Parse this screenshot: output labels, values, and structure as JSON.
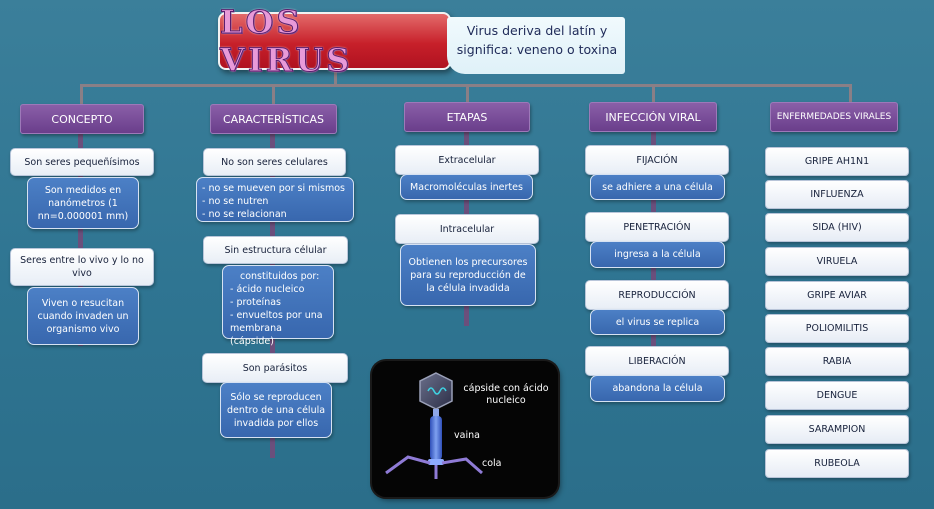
{
  "title": "LOS VIRUS",
  "note": "Virus deriva del latín y significa: veneno o toxina",
  "columns": [
    {
      "header": "CONCEPTO",
      "nodes": [
        {
          "label": "Son seres pequeñísimos",
          "desc": "Son medidos en nanómetros (1 nn=0.000001 mm)"
        },
        {
          "label": "Seres entre lo vivo y lo no vivo",
          "desc": "Viven o resucitan cuando invaden un organismo vivo"
        }
      ]
    },
    {
      "header": "CARACTERÍSTICAS",
      "nodes": [
        {
          "label": "No son seres celulares",
          "desc_items": [
            "- no se mueven por si mismos",
            "- no se nutren",
            "- no se relacionan"
          ]
        },
        {
          "label": "Sin estructura célular",
          "desc_items": [
            "constituidos por:",
            "- ácido nucleico",
            "- proteínas",
            "- envueltos por una membrana (cápside)"
          ]
        },
        {
          "label": "Son parásitos",
          "desc": "Sólo se reproducen dentro de una célula invadida por  ellos"
        }
      ]
    },
    {
      "header": "ETAPAS",
      "nodes": [
        {
          "label": "Extracelular",
          "desc": "Macromoléculas inertes"
        },
        {
          "label": "Intracelular",
          "desc": "Obtienen los precursores para su reproducción de la célula invadida"
        }
      ]
    },
    {
      "header": "INFECCIÓN VIRAL",
      "nodes": [
        {
          "label": "FIJACIÓN",
          "desc": "se adhiere  a una célula"
        },
        {
          "label": "PENETRACIÓN",
          "desc": "ingresa a la célula"
        },
        {
          "label": "REPRODUCCIÓN",
          "desc": "el virus se replica"
        },
        {
          "label": "LIBERACIÓN",
          "desc": "abandona la célula"
        }
      ]
    },
    {
      "header": "ENFERMEDADES VIRALES",
      "items": [
        "GRIPE  AH1N1",
        "INFLUENZA",
        "SIDA (HIV)",
        "VIRUELA",
        "GRIPE AVIAR",
        "POLIOMILITIS",
        "RABIA",
        "DENGUE",
        "SARAMPION",
        "RUBEOLA"
      ]
    }
  ],
  "virus_image": {
    "labels": {
      "capsid": "cápside con ácido nucleico",
      "sheath": "vaina",
      "tail": "cola"
    }
  },
  "colors": {
    "background": "#2f7592",
    "header": "#6a3e8b",
    "title_box": "#c7202a",
    "description_box": "#3867ae"
  }
}
